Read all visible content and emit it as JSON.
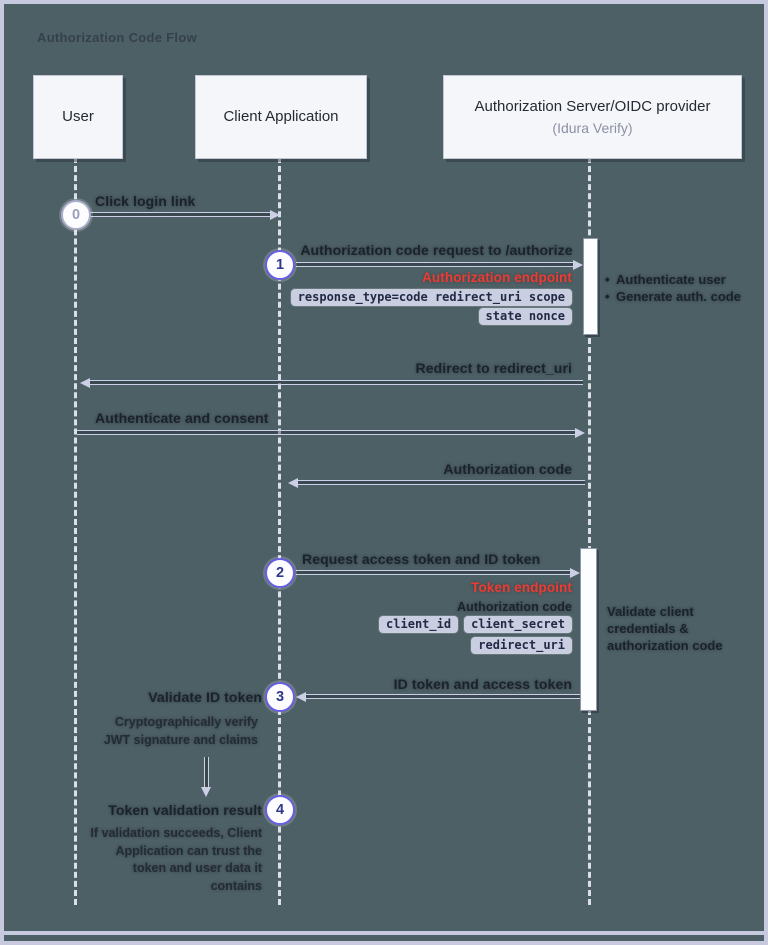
{
  "title": "Authorization Code Flow",
  "actors": [
    {
      "name": "User"
    },
    {
      "name": "Client Application"
    },
    {
      "name": "Authorization Server/OIDC provider",
      "subtitle": "(Idura Verify)"
    }
  ],
  "steps": {
    "s0": {
      "num": "0",
      "label": "Click login link"
    },
    "s1": {
      "num": "1",
      "label": "Authorization code request to /authorize",
      "endpoint": "Authorization endpoint",
      "chips_row1": [
        "response_type=code redirect_uri scope"
      ],
      "chips_row2": [
        "state nonce"
      ],
      "server_notes": [
        "Authenticate user",
        "Generate auth. code"
      ]
    },
    "redirect": {
      "label": "Redirect to redirect_uri"
    },
    "consent": {
      "label": "Authenticate and consent"
    },
    "auth_code": {
      "label": "Authorization code"
    },
    "s2": {
      "num": "2",
      "label": "Request access token and ID token",
      "endpoint": "Token endpoint",
      "payload_label": "Authorization code",
      "chips_row1": [
        "client_id",
        "client_secret"
      ],
      "chips_row2": [
        "redirect_uri"
      ],
      "server_note": "Validate client credentials & authorization code"
    },
    "id_token": {
      "label": "ID token and access token"
    },
    "s3": {
      "num": "3",
      "label": "Validate ID token",
      "description": "Cryptographically verify JWT signature and claims"
    },
    "s4": {
      "num": "4",
      "label": "Token validation result",
      "description": "If validation succeeds, Client Application can trust the token and user data it contains"
    }
  },
  "colors": {
    "background": "#4d6066",
    "frame": "#c7cadf",
    "accent_purple": "#675fe0",
    "endpoint_red": "#ef3b31",
    "chip_bg": "#c9cee1",
    "arrow": "#ccd0e6",
    "actor_box_bg": "#f5f6fa",
    "text_dark": "#1b222b"
  }
}
